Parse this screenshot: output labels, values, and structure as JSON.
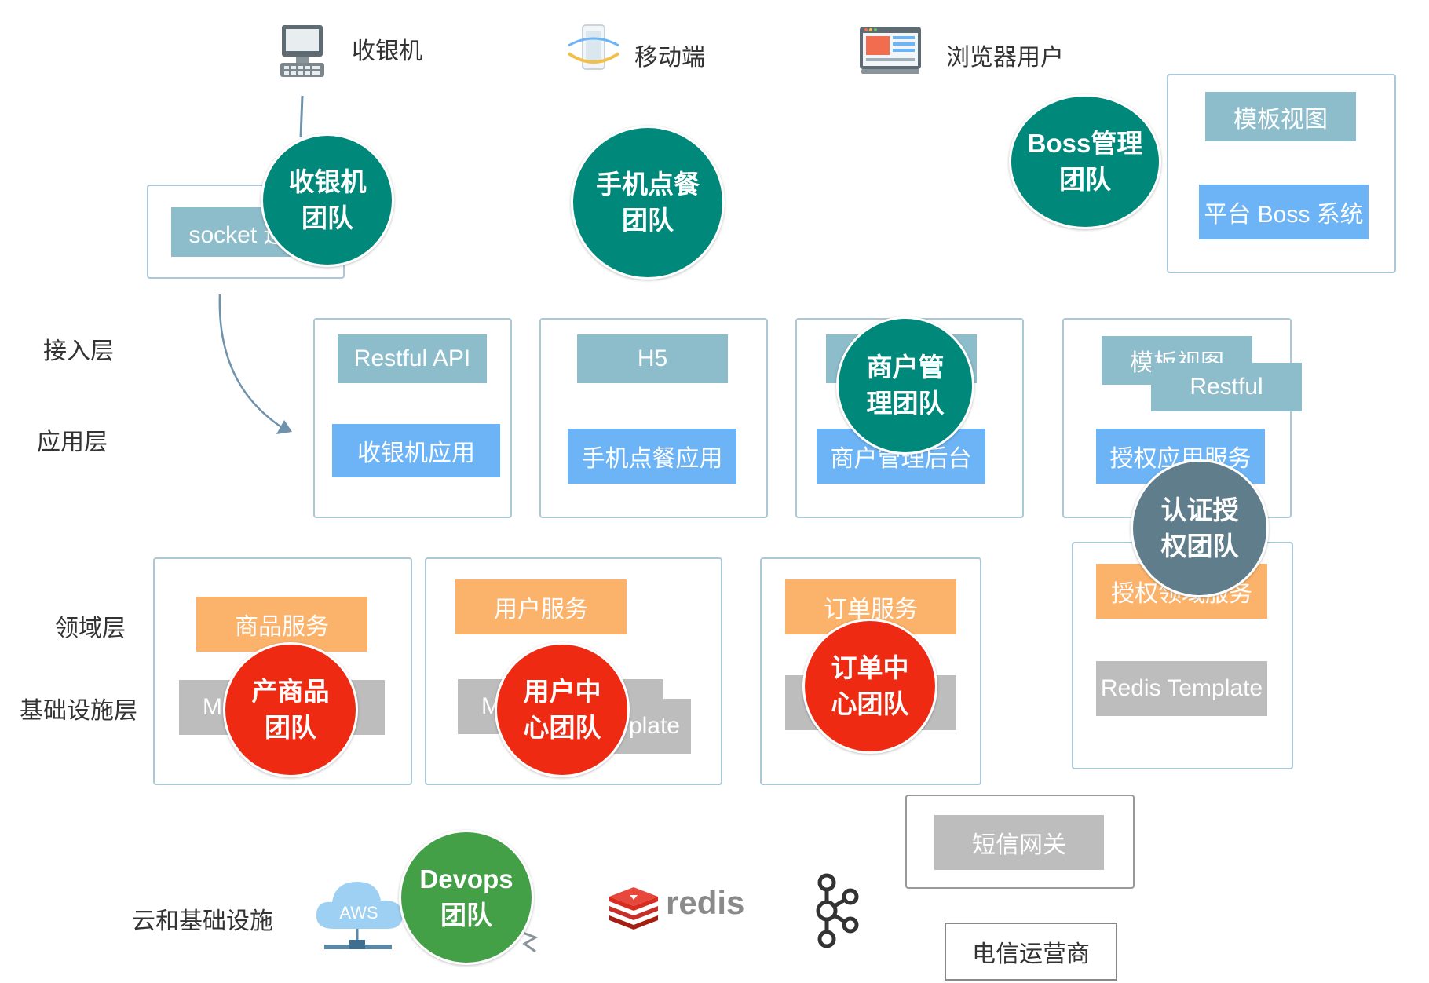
{
  "clients": {
    "cashier": "收银机",
    "mobile": "移动端",
    "browser": "浏览器用户"
  },
  "layers": {
    "access": "接入层",
    "application": "应用层",
    "domain": "领域层",
    "infrastructure": "基础设施层",
    "cloud": "云和基础设施"
  },
  "boxes": {
    "socket": "socket 连",
    "restful_api": "Restful API",
    "cashier_app": "收银机应用",
    "h5": "H5",
    "mobile_order_app": "手机点餐应用",
    "merchant_backend": "商户管理后台",
    "template_view_right": "模板视图",
    "restful": "Restful",
    "auth_app_service": "授权应用服务",
    "template_view_top": "模板视图",
    "boss_system": "平台 Boss 系统",
    "product_service": "商品服务",
    "user_service": "用户服务",
    "order_service": "订单服务",
    "auth_domain_service": "授权领域服务",
    "redis_template": "Redis Template",
    "user_gray_1": "M",
    "user_gray_2": "plate",
    "product_gray": "M",
    "sms_gateway": "短信网关",
    "telecom": "电信运营商"
  },
  "teams": {
    "cashier": "收银机\n团队",
    "mobile": "手机点餐\n团队",
    "boss": "Boss管理\n团队",
    "merchant": "商户管\n理团队",
    "auth": "认证授\n权团队",
    "product": "产商品\n团队",
    "user": "用户中\n心团队",
    "order": "订单中\n心团队",
    "devops": "Devops\n团队"
  },
  "logos": {
    "aws": "AWS",
    "redis": "redis"
  },
  "colors": {
    "team_teal": "#00897b",
    "team_red": "#ee2a12",
    "team_slate": "#607d8b",
    "team_green": "#43a047",
    "box_teal": "#8dbccb",
    "box_blue": "#6cb4f5",
    "box_orange": "#fbb26a",
    "box_gray": "#bdbdbd"
  }
}
